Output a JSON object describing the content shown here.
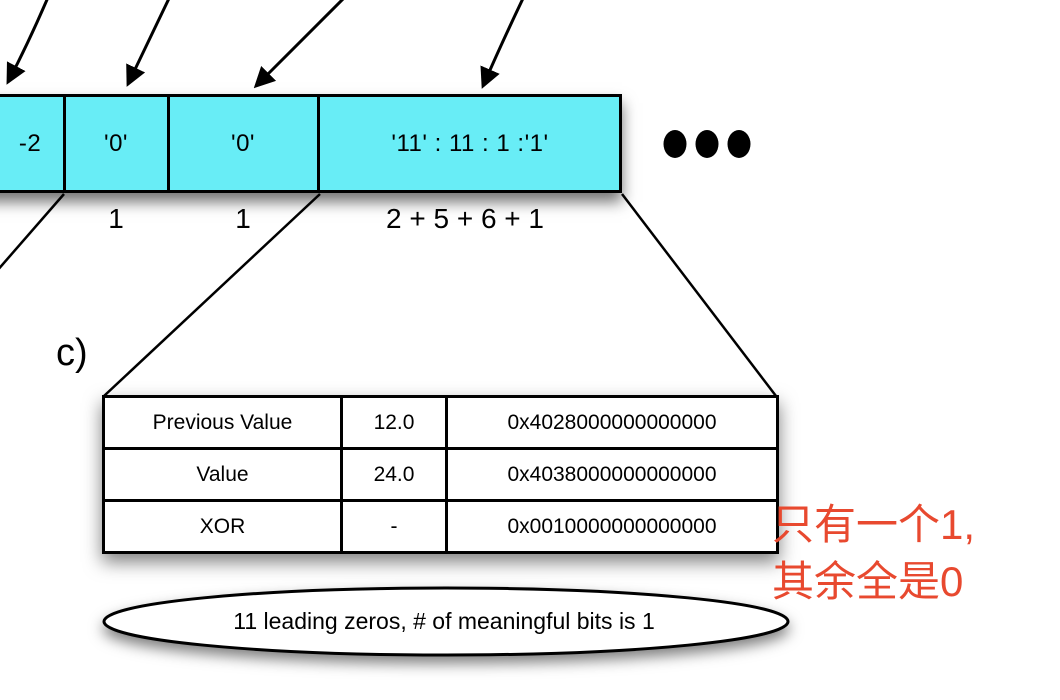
{
  "figure": {
    "section_label": "c)",
    "strip": {
      "boxes": [
        {
          "label": "-2",
          "count": ""
        },
        {
          "label": "'0'",
          "count": "1"
        },
        {
          "label": "'0'",
          "count": "1"
        },
        {
          "label": "'11' : 11 : 1 :'1'",
          "count": "2 + 5 + 6 + 1"
        }
      ],
      "ellipsis": "● ● ●"
    },
    "xor_table": {
      "rows": [
        [
          "Previous Value",
          "12.0",
          "0x4028000000000000"
        ],
        [
          "Value",
          "24.0",
          "0x4038000000000000"
        ],
        [
          "XOR",
          "-",
          "0x0010000000000000"
        ]
      ]
    },
    "annotation": {
      "line1": "只有一个1,",
      "line2": "其余全是0"
    },
    "callout": {
      "text": "11 leading zeros, # of meaningful bits is 1"
    },
    "colors": {
      "box_fill": "#68edf6",
      "annotation_red": "#e8492f",
      "line_black": "#000000"
    }
  }
}
